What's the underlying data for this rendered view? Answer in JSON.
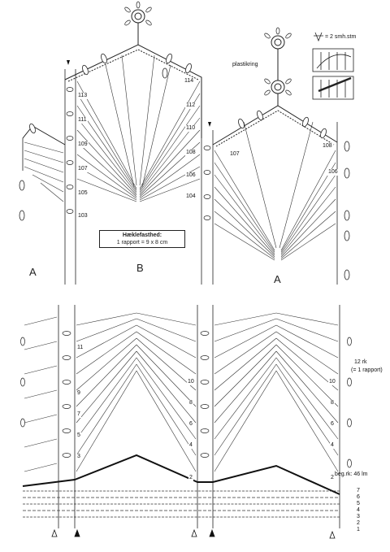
{
  "section_labels": {
    "a_left": "A",
    "b": "B",
    "a_right": "A"
  },
  "gauge": {
    "title": "Hæklefasthed:",
    "value": "1 rapport = 9 x 8 cm"
  },
  "legend": {
    "ring": "plastikring",
    "smh": "= 2 smh.stm"
  },
  "notes": {
    "repeat": "12 rk",
    "repeat_sub": "(= 1 rapport)",
    "start": "beg.rk: 46 lm"
  },
  "top_rows": {
    "b_left": [
      "113",
      "111",
      "109",
      "107",
      "105",
      "103"
    ],
    "b_right": [
      "114",
      "112",
      "110",
      "108",
      "106",
      "104"
    ],
    "a_left": [
      "107"
    ],
    "a_right": [
      "108",
      "106"
    ]
  },
  "bottom_rows": {
    "left_col": [
      "11",
      "9",
      "7",
      "5",
      "3"
    ],
    "mid_col": [
      "10",
      "8",
      "6",
      "4",
      "2"
    ],
    "right_col": [
      "10",
      "8",
      "6",
      "4",
      "2"
    ],
    "stack": [
      "7",
      "6",
      "5",
      "4",
      "3",
      "2",
      "1"
    ]
  },
  "colors": {
    "ink": "#222222",
    "paper": "#ffffff",
    "heavy": "#111111"
  }
}
